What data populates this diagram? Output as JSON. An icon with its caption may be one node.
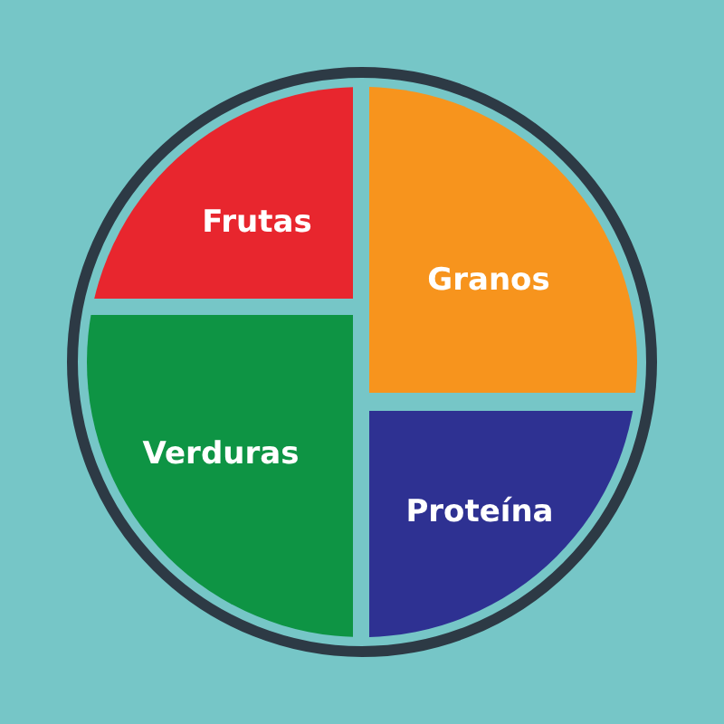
{
  "diagram": {
    "nodes": [
      {
        "text": [],
        "shape": "circle"
      },
      {
        "text": [
          "Frutas"
        ],
        "in": 0
      },
      {
        "text": [
          "Granos"
        ],
        "in": 0
      },
      {
        "text": [
          "Verduras"
        ],
        "in": 0
      },
      {
        "text": [
          "Proteína"
        ],
        "in": 0
      }
    ]
  }
}
